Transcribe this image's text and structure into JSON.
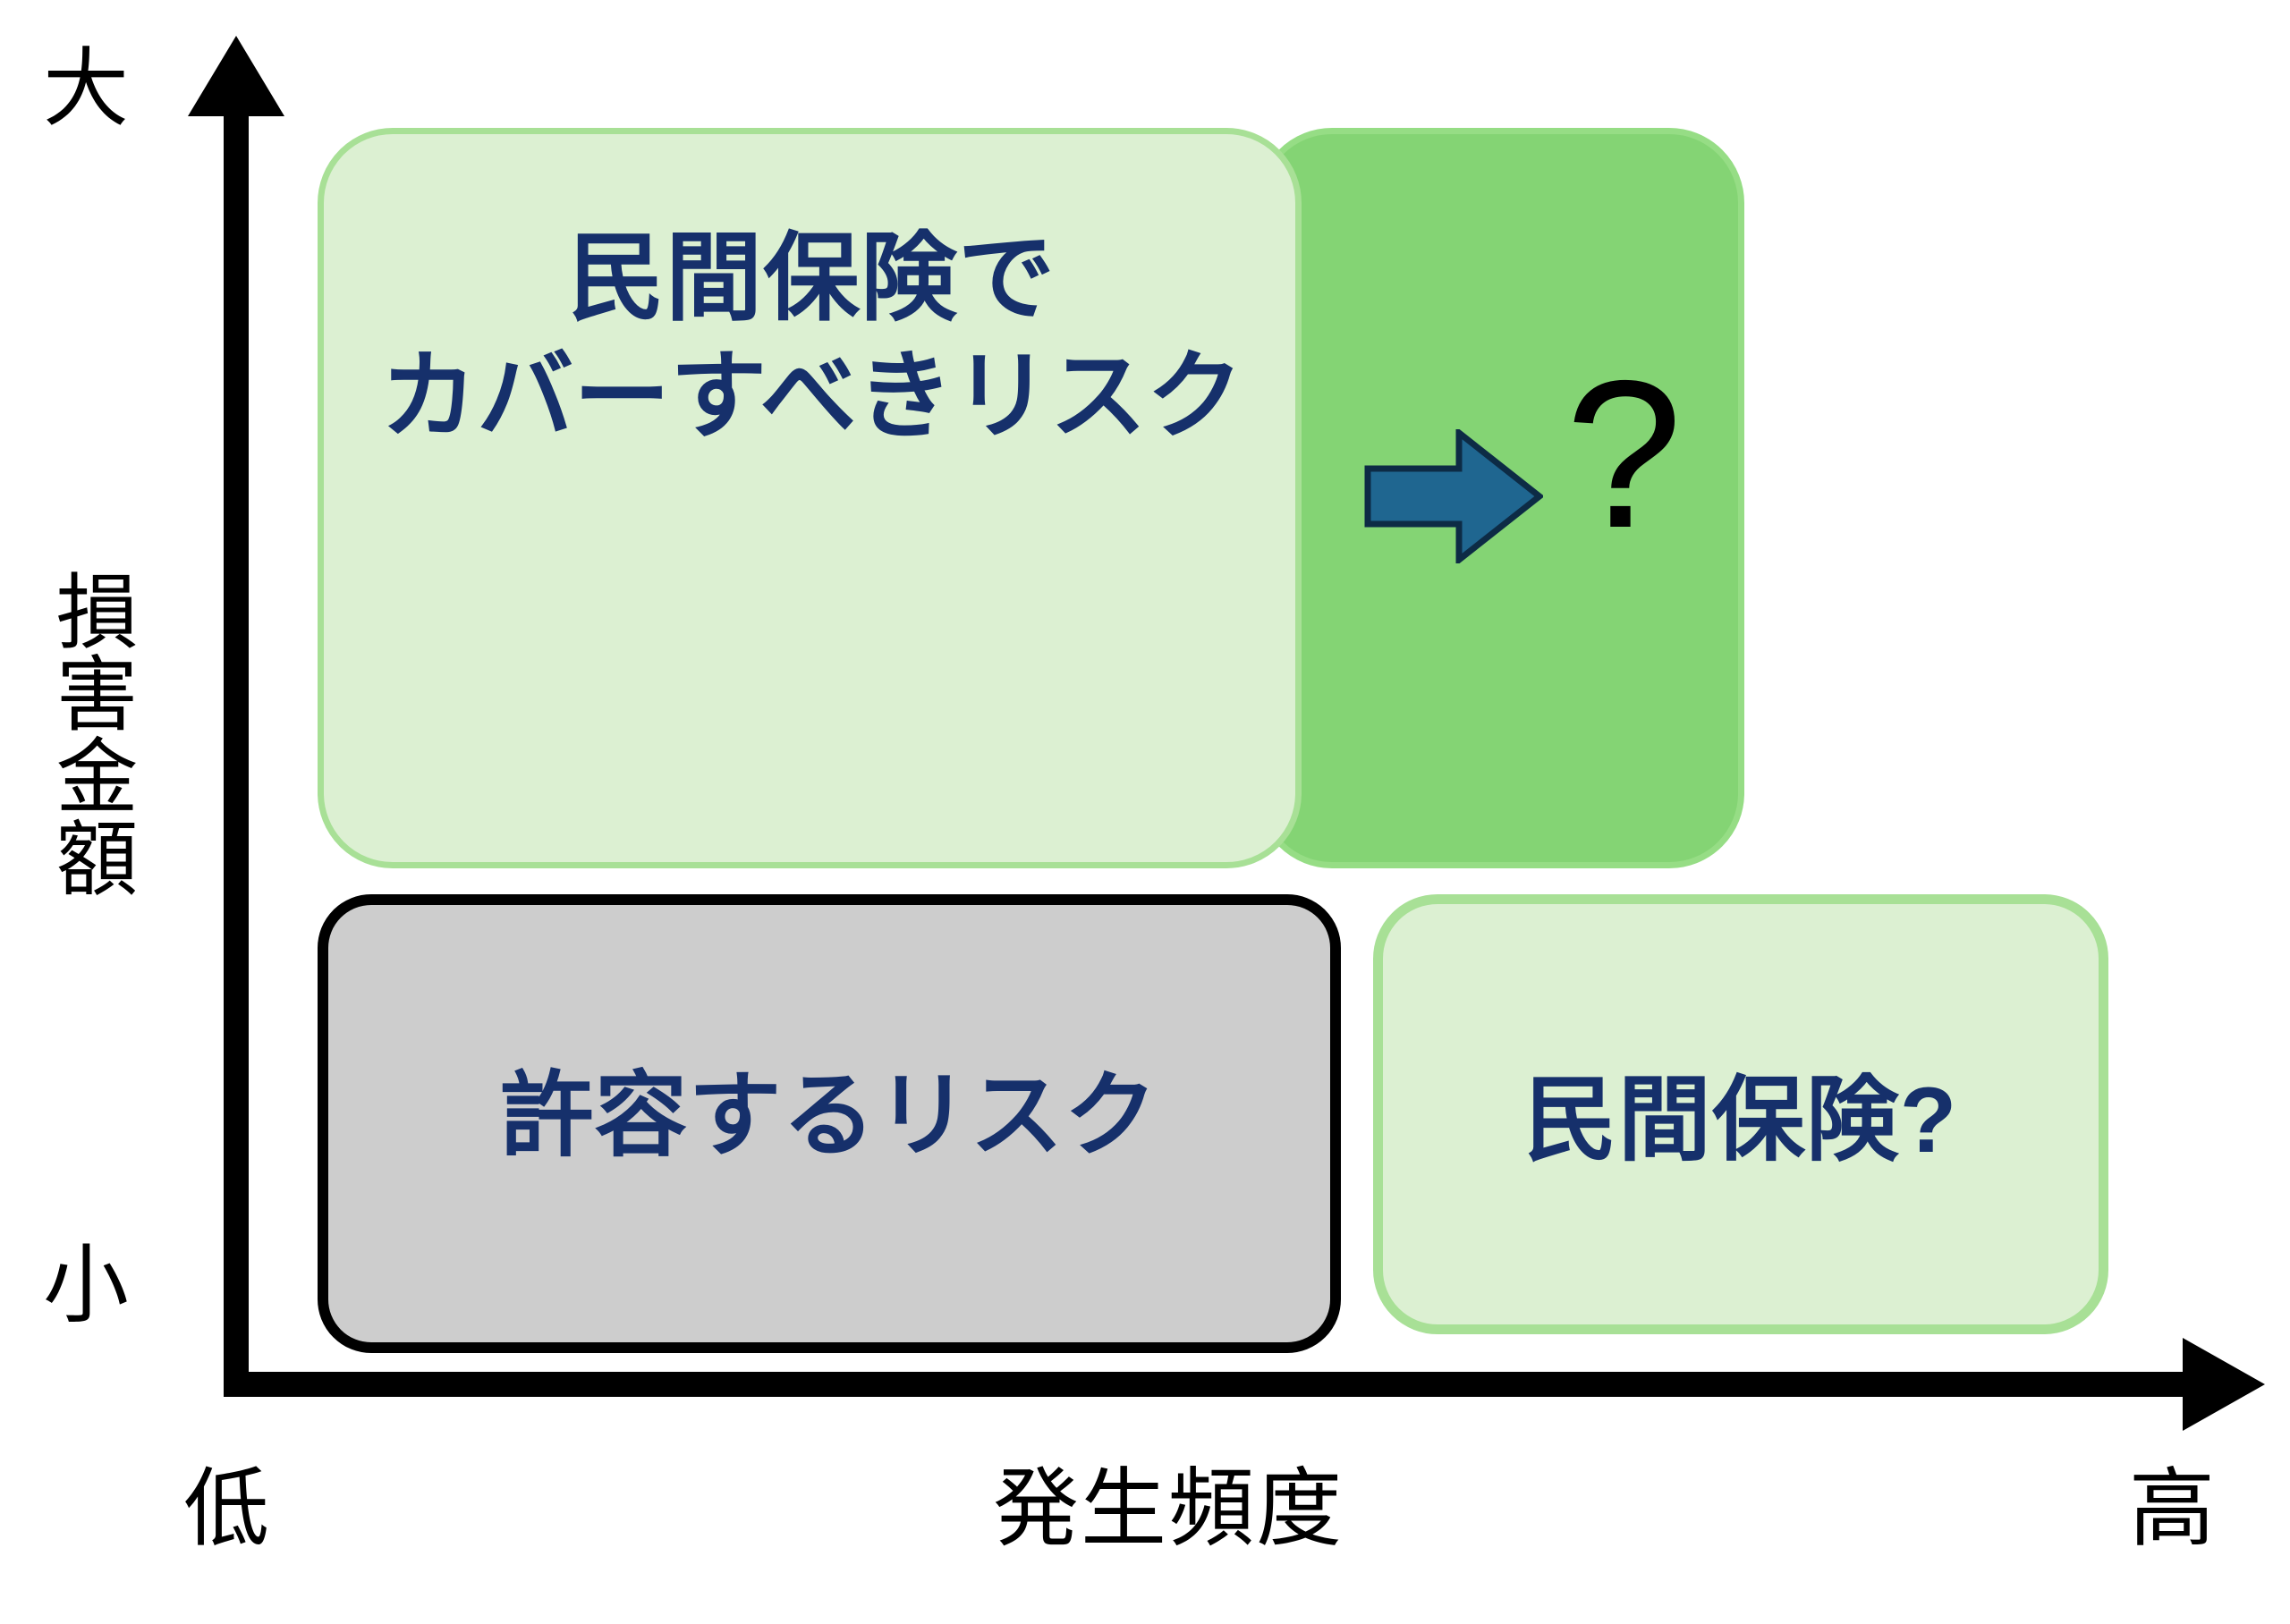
{
  "chart_data": {
    "type": "scatter",
    "title": "",
    "xlabel": "発生頻度",
    "ylabel": "損害金額",
    "x_tick_labels": [
      "低",
      "高"
    ],
    "y_tick_labels": [
      "小",
      "大"
    ],
    "grid": false,
    "legend": "none",
    "axis_style": "arrow",
    "quadrants": [
      {
        "id": "cover",
        "label": "民間保険でカバーすべきリスク",
        "label_lines": [
          "民間保険で",
          "カバーすべきリスク"
        ],
        "frequency": "low-to-mid",
        "loss": "large",
        "fill": "#dcf0d2",
        "stroke": "#a8e096",
        "text_color": "#16306b"
      },
      {
        "id": "unknown",
        "label": "?",
        "frequency": "high",
        "loss": "large",
        "fill": "#84d474",
        "stroke": "#96dd85",
        "text_color": "#000000",
        "arrow": {
          "direction": "right",
          "fill": "#1f6690",
          "stroke": "#0d2b45"
        }
      },
      {
        "id": "accept",
        "label": "許容するリスク",
        "frequency": "low-to-mid",
        "loss": "small",
        "fill": "#cdcdcd",
        "stroke": "#000000",
        "text_color": "#16306b"
      },
      {
        "id": "maybe",
        "label": "民間保険?",
        "frequency": "high",
        "loss": "small",
        "fill": "#dcf0d2",
        "stroke": "#a8e096",
        "text_color": "#16306b"
      }
    ]
  },
  "axes": {
    "y_top_label": "大",
    "y_bottom_label": "小",
    "y_title": "損害金額",
    "x_left_label": "低",
    "x_right_label": "高",
    "x_title": "発生頻度",
    "axis_color": "#000000"
  },
  "boxes": {
    "cover": {
      "line1": "民間保険で",
      "line2": "カバーすべきリスク"
    },
    "unknown": {
      "question": "?",
      "arrow_icon": "arrow-right-icon"
    },
    "accept": {
      "label": "許容するリスク"
    },
    "maybe": {
      "label": "民間保険?"
    }
  },
  "colors": {
    "pale_green_fill": "#dcf0d2",
    "pale_green_stroke": "#a8e096",
    "dark_green_fill": "#84d474",
    "dark_green_stroke": "#96dd85",
    "gray_fill": "#cdcdcd",
    "gray_stroke": "#000000",
    "navy_text": "#16306b",
    "arrow_fill": "#1f6690",
    "arrow_stroke": "#0d2b45",
    "black": "#000000"
  }
}
